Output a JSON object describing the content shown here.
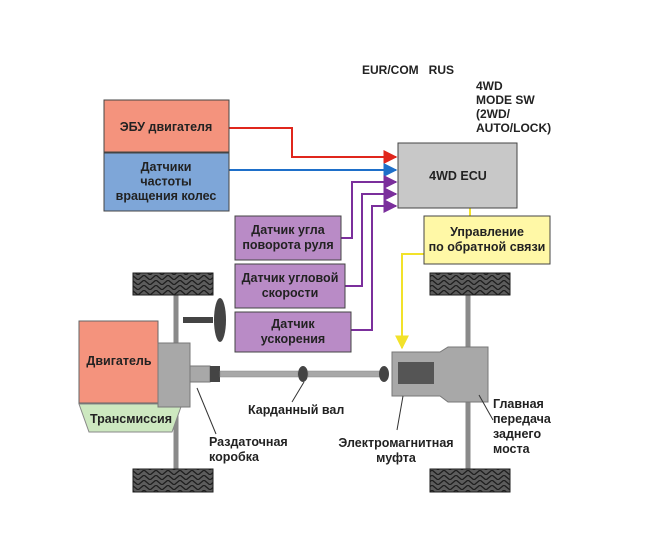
{
  "header": {
    "market_label": "EUR/COM   RUS",
    "mode_switch_lines": [
      "4WD",
      "MODE SW",
      "(2WD/",
      "AUTO/LOCK)"
    ]
  },
  "inputs": {
    "engine_ecu_lines": [
      "ЭБУ двигателя"
    ],
    "wheel_speed_lines": [
      "Датчики",
      "частоты",
      "вращения колес"
    ],
    "steering_angle_lines": [
      "Датчик угла",
      "поворота руля"
    ],
    "yaw_rate_lines": [
      "Датчик угловой",
      "скорости"
    ],
    "accel_lines": [
      "Датчик",
      "ускорения"
    ]
  },
  "ecu": {
    "label_lines": [
      "4WD ECU"
    ]
  },
  "feedback": {
    "label_lines": [
      "Управление",
      "по обратной связи"
    ]
  },
  "drivetrain": {
    "engine_lines": [
      "Двигатель"
    ],
    "transmission_lines": [
      "Трансмиссия"
    ],
    "transfer_lines": [
      "Раздаточная",
      "коробка"
    ],
    "propshaft_lines": [
      "Карданный вал"
    ],
    "coupling_lines": [
      "Электромагнитная",
      "муфта"
    ],
    "rear_diff_lines": [
      "Главная",
      "передача",
      "заднего",
      "моста"
    ]
  },
  "colors": {
    "engine_ecu_box": "#f4937d",
    "wheel_speed_box": "#7ea6d8",
    "sensor_box": "#b98bc6",
    "ecu_box": "#c8c8c8",
    "feedback_box": "#fff8a6",
    "engine_block": "#f4937d",
    "transmission": "#cde8c0",
    "arrow_red": "#e0261c",
    "arrow_blue": "#1e6fc9",
    "arrow_purple": "#7b2f9c",
    "arrow_yellow": "#f2e22a"
  }
}
